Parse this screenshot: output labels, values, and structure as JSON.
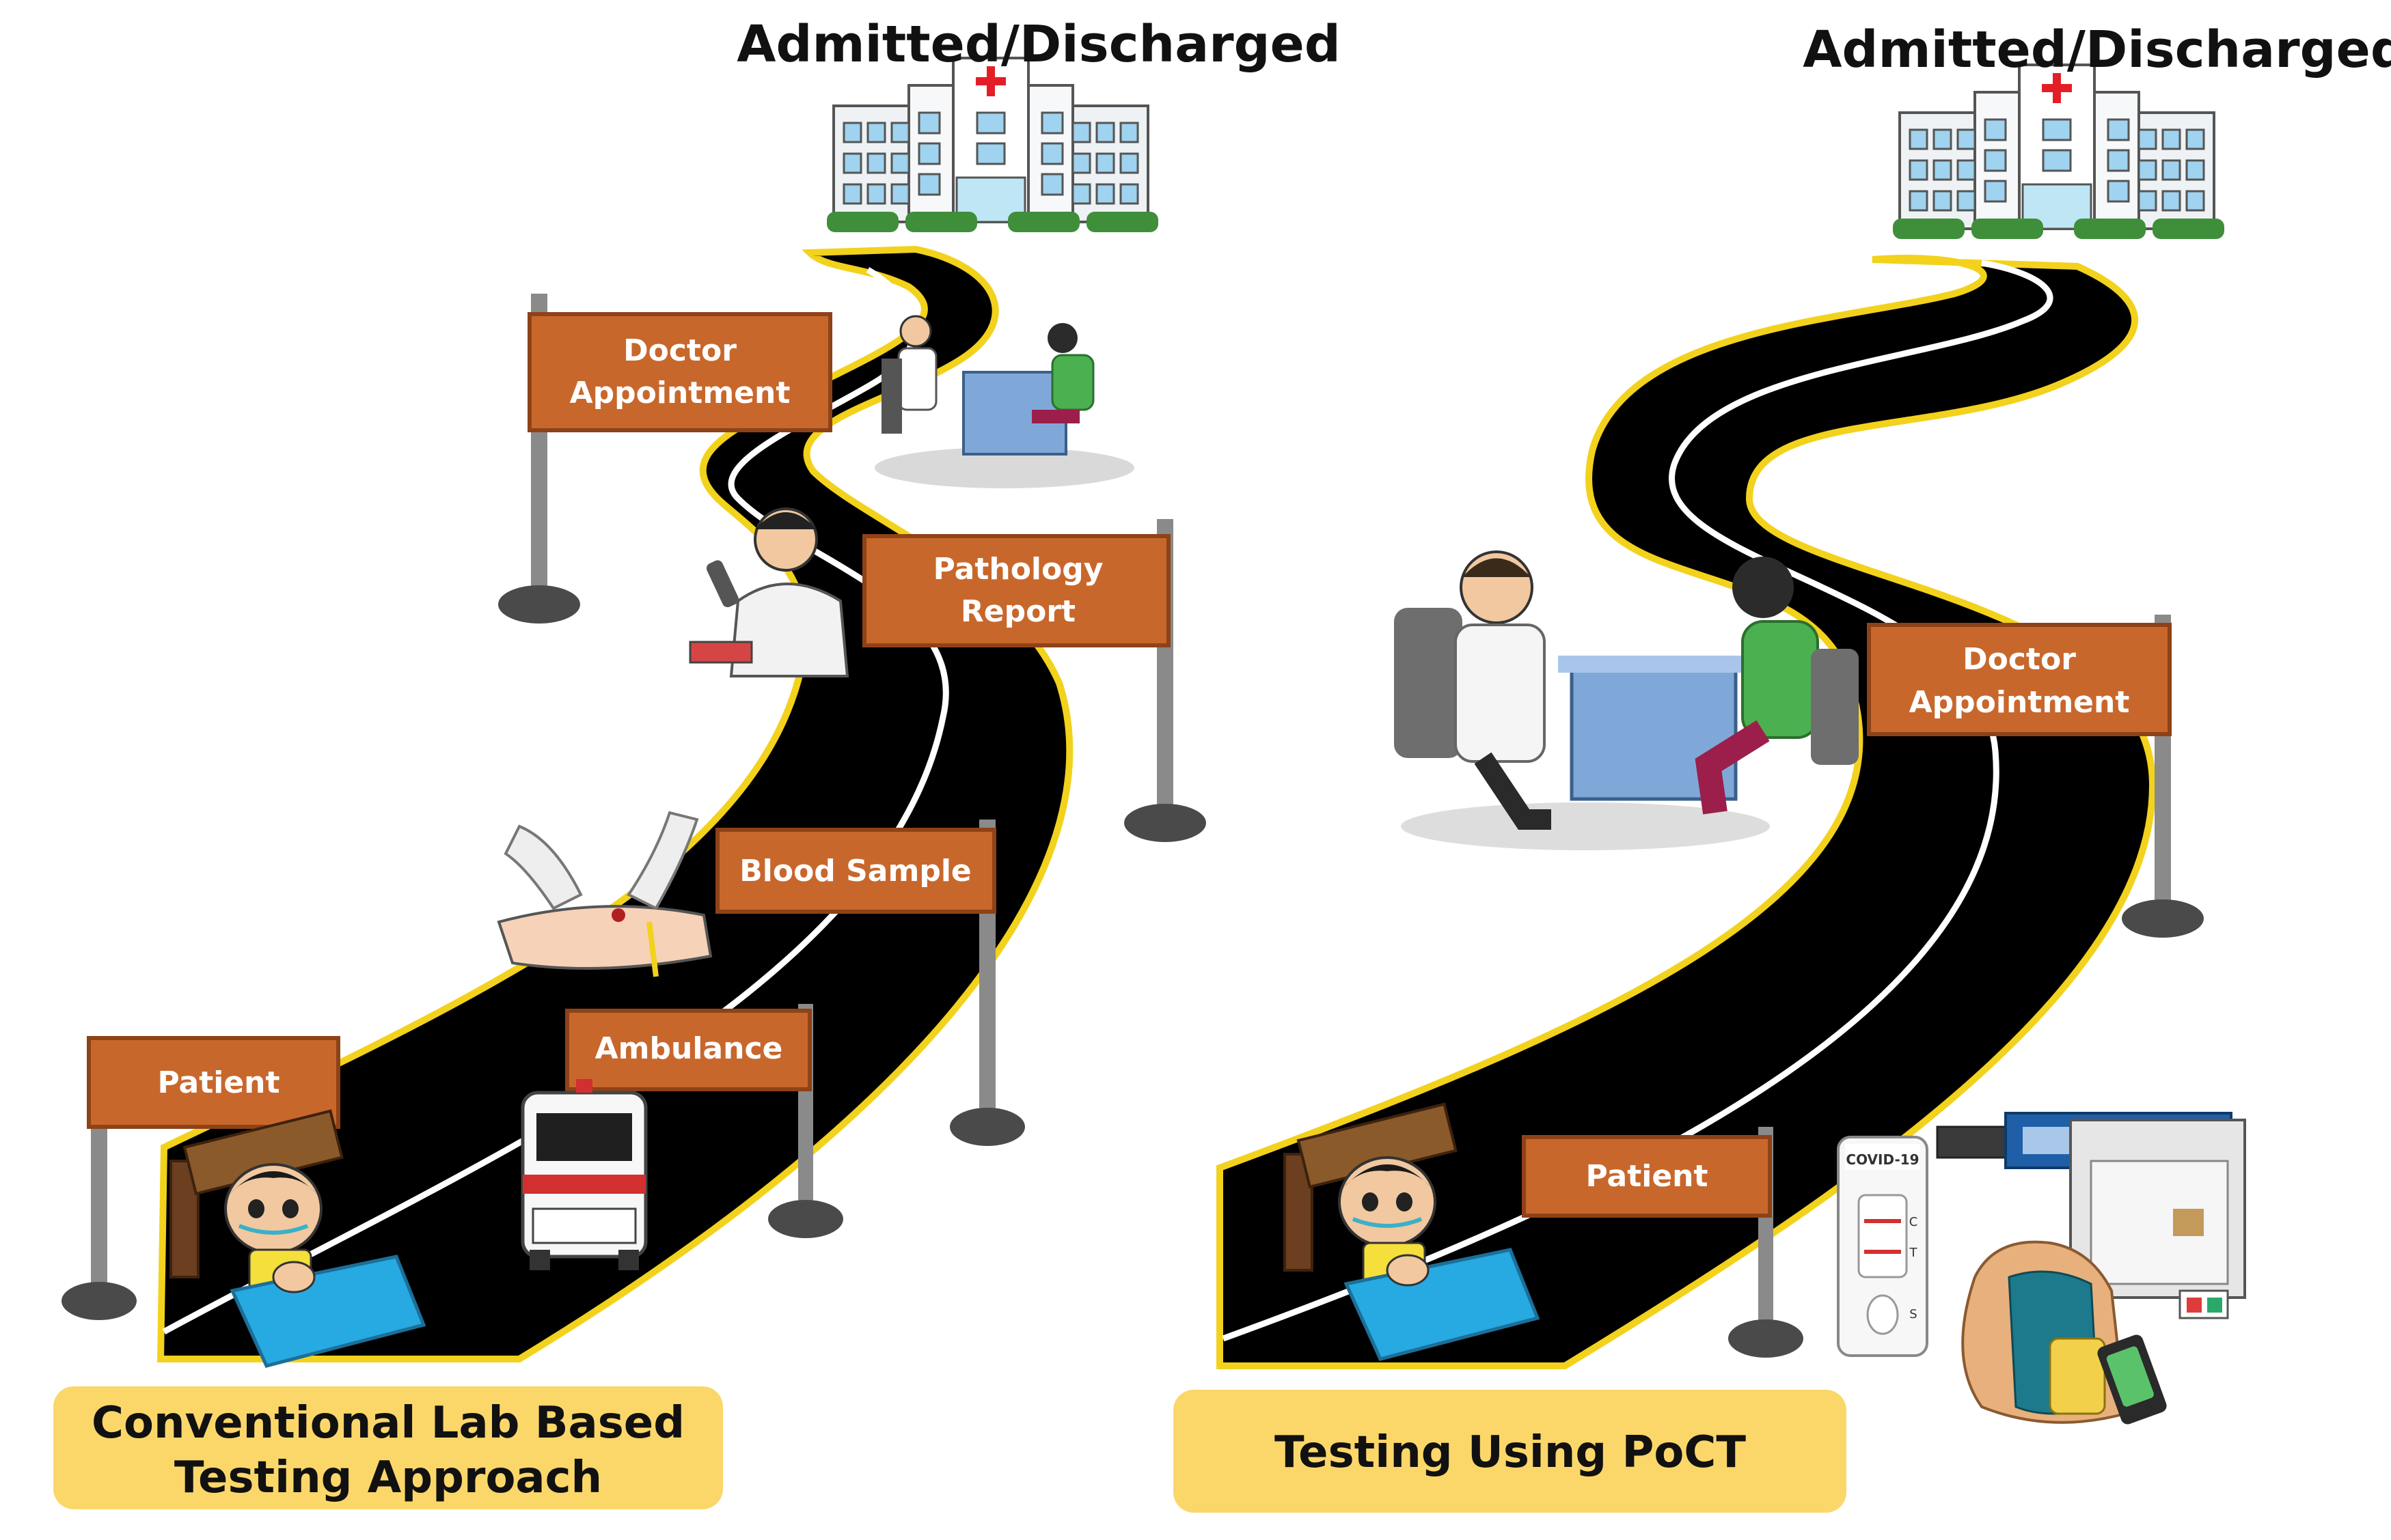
{
  "left_panel": {
    "destination": "Admitted/Discharged",
    "steps": {
      "doctor_line1": "Doctor",
      "doctor_line2": "Appointment",
      "pathology_line1": "Pathology",
      "pathology_line2": "Report",
      "blood_sample": "Blood Sample",
      "ambulance": "Ambulance",
      "patient": "Patient"
    },
    "caption_line1": "Conventional Lab Based",
    "caption_line2": "Testing Approach"
  },
  "right_panel": {
    "destination": "Admitted/Discharged",
    "steps": {
      "doctor_line1": "Doctor",
      "doctor_line2": "Appointment",
      "patient": "Patient"
    },
    "caption": "Testing Using PoCT",
    "test_kit_label": "COVID-19",
    "test_kit_c": "C",
    "test_kit_t": "T",
    "test_kit_s": "S"
  },
  "colors": {
    "sign": "#c8672c",
    "sign_dark": "#8e4217",
    "road": "#000000",
    "road_edge": "#f2d21c",
    "caption_bg": "#fbd76a",
    "post": "#8a8a8a"
  },
  "icons": [
    "hospital-icon",
    "red-cross-icon",
    "doctor-consultation-icon",
    "lab-technician-icon",
    "blood-draw-icon",
    "ambulance-icon",
    "patient-in-bed-icon",
    "rapid-test-kit-icon",
    "sensor-device-icon",
    "wearable-sensor-icon"
  ]
}
